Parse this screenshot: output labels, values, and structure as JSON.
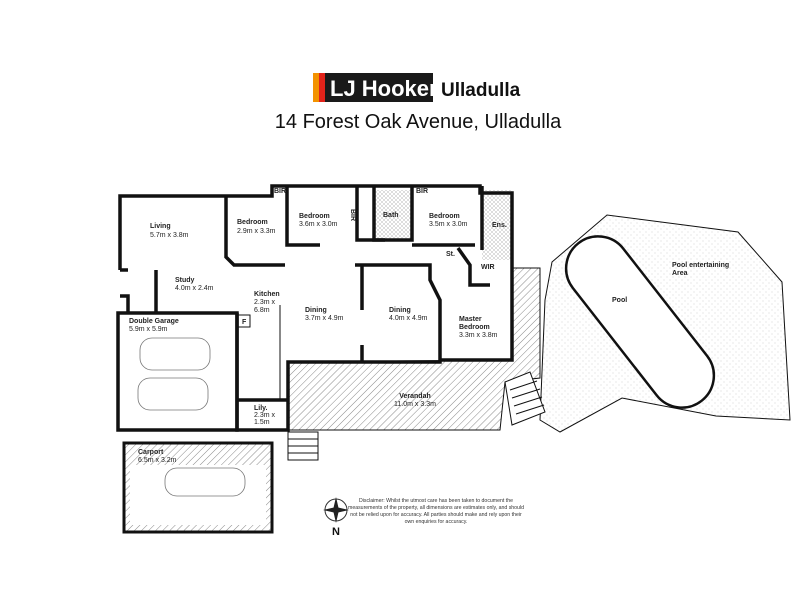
{
  "header": {
    "logo_text": "LJ Hooker",
    "office": "Ulladulla",
    "address": "14 Forest Oak Avenue, Ulladulla",
    "brand_colors": {
      "orange": "#f39200",
      "red": "#e2231a",
      "black": "#1a1a1a"
    }
  },
  "rooms": {
    "living": {
      "name": "Living",
      "size": "5.7m x 3.8m"
    },
    "bedroom1": {
      "name": "Bedroom",
      "size": "2.9m x 3.3m"
    },
    "bedroom2": {
      "name": "Bedroom",
      "size": "3.6m x 3.0m"
    },
    "bedroom3": {
      "name": "Bedroom",
      "size": "3.5m x 3.0m"
    },
    "bath": {
      "name": "Bath"
    },
    "ensuite": {
      "name": "Ens."
    },
    "bir1": {
      "name": "BIR"
    },
    "bir2": {
      "name": "BIR"
    },
    "bir3": {
      "name": "BIR"
    },
    "store": {
      "name": "St."
    },
    "wir": {
      "name": "WIR"
    },
    "study": {
      "name": "Study",
      "size": "4.0m x 2.4m"
    },
    "kitchen": {
      "name": "Kitchen",
      "size_line1": "2.3m x",
      "size_line2": "6.8m"
    },
    "dining1": {
      "name": "Dining",
      "size": "3.7m x 4.9m"
    },
    "dining2": {
      "name": "Dining",
      "size": "4.0m x 4.9m"
    },
    "master": {
      "name_line1": "Master",
      "name_line2": "Bedroom",
      "size": "3.3m x 3.8m"
    },
    "garage": {
      "name": "Double Garage",
      "size": "5.9m x 5.9m"
    },
    "fridge": {
      "name": "F"
    },
    "laundry": {
      "name": "Lily.",
      "size_line1": "2.3m x",
      "size_line2": "1.5m"
    },
    "verandah": {
      "name": "Verandah",
      "size": "11.0m x 3.3m"
    },
    "carport": {
      "name": "Carport",
      "size": "6.5m x 3.2m"
    },
    "pool": {
      "name": "Pool"
    },
    "pool_area": {
      "name_line1": "Pool entertaining",
      "name_line2": "Area"
    }
  },
  "compass": {
    "label": "N"
  },
  "disclaimer": {
    "lines": [
      "Disclaimer: Whilst the utmost care has been taken to document the",
      "measurements of the property, all dimensions are estimates only, and should",
      "not be relied upon for accuracy.  All parties should make and rely upon their",
      "own enquiries for accuracy."
    ]
  }
}
